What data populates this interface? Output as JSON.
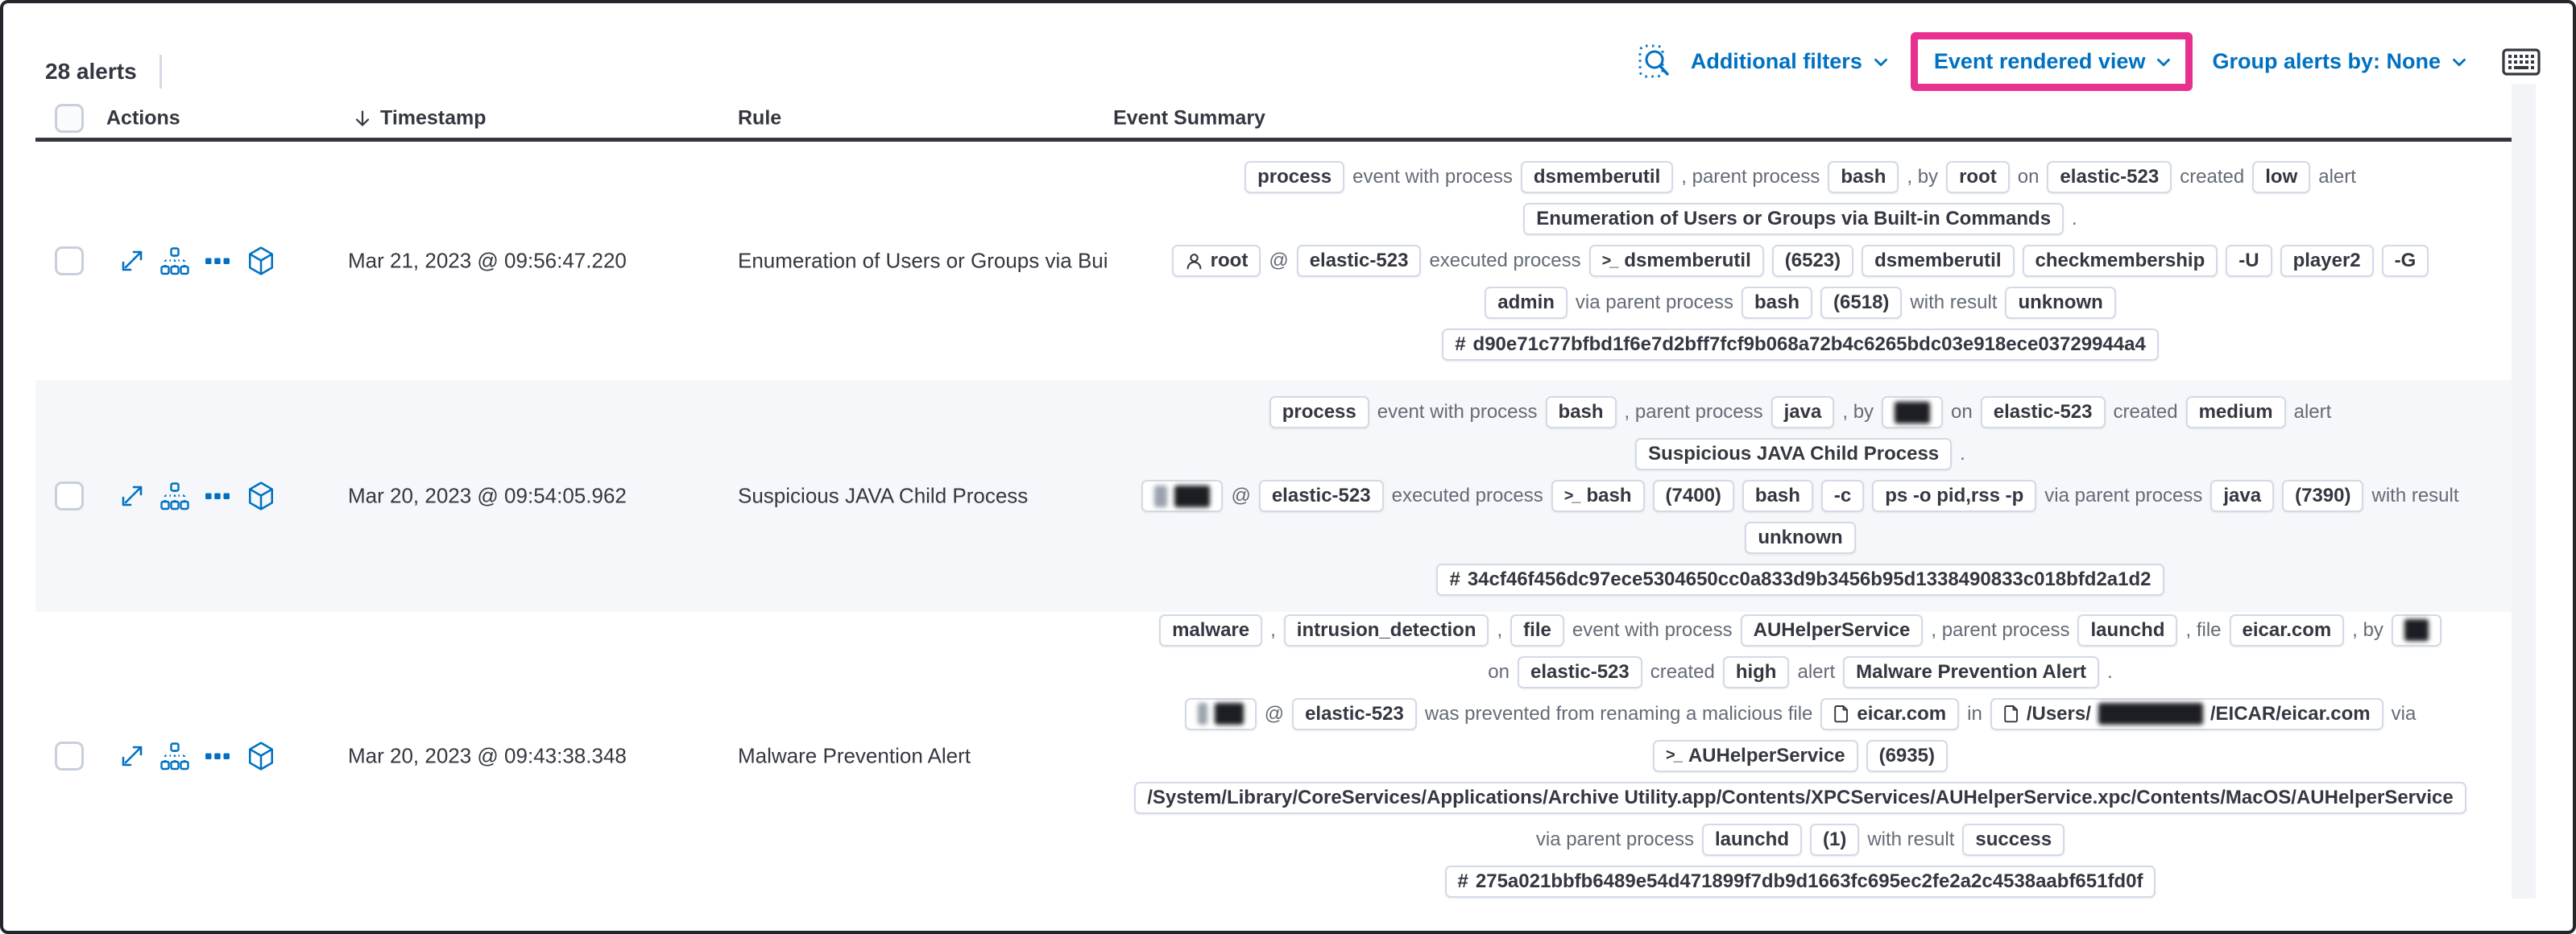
{
  "toolbar": {
    "additional_filters": "Additional filters",
    "event_rendered_view": "Event rendered view",
    "group_alerts_by": "Group alerts by: None"
  },
  "colors": {
    "accent_pink": "#e8318f",
    "link_blue": "#0071c2",
    "stripe": "#f5f7fa",
    "header_text": "#343741"
  },
  "alerts_count": "28 alerts",
  "columns": {
    "actions": "Actions",
    "timestamp": "Timestamp",
    "rule": "Rule",
    "event_summary": "Event Summary"
  },
  "rows": [
    {
      "timestamp": "Mar 21, 2023 @ 09:56:47.220",
      "rule": "Enumeration of Users or Groups via Bui",
      "lines": [
        [
          {
            "type": "badge",
            "text": "process"
          },
          {
            "type": "text",
            "text": "event with process"
          },
          {
            "type": "badge",
            "text": "dsmemberutil"
          },
          {
            "type": "text",
            "text": ", parent process"
          },
          {
            "type": "badge",
            "text": "bash"
          },
          {
            "type": "text",
            "text": ", by"
          },
          {
            "type": "badge",
            "text": "root"
          },
          {
            "type": "text",
            "text": "on"
          },
          {
            "type": "badge",
            "text": "elastic-523"
          },
          {
            "type": "text",
            "text": "created"
          },
          {
            "type": "badge",
            "text": "low"
          },
          {
            "type": "text",
            "text": "alert"
          }
        ],
        [
          {
            "type": "badge",
            "text": "Enumeration of Users or Groups via Built-in Commands"
          },
          {
            "type": "text",
            "text": "."
          }
        ],
        [
          {
            "type": "badge",
            "icon": "user",
            "text": "root"
          },
          {
            "type": "text",
            "text": "@"
          },
          {
            "type": "badge",
            "text": "elastic-523"
          },
          {
            "type": "text",
            "text": "executed process"
          },
          {
            "type": "badge",
            "icon": "terminal",
            "text": "dsmemberutil"
          },
          {
            "type": "badge",
            "text": "(6523)"
          },
          {
            "type": "badge",
            "text": "dsmemberutil"
          },
          {
            "type": "badge",
            "text": "checkmembership"
          },
          {
            "type": "badge",
            "text": "-U"
          },
          {
            "type": "badge",
            "text": "player2"
          },
          {
            "type": "badge",
            "text": "-G"
          }
        ],
        [
          {
            "type": "badge",
            "text": "admin"
          },
          {
            "type": "text",
            "text": "via parent process"
          },
          {
            "type": "badge",
            "text": "bash"
          },
          {
            "type": "badge",
            "text": "(6518)"
          },
          {
            "type": "text",
            "text": "with result"
          },
          {
            "type": "badge",
            "text": "unknown"
          }
        ],
        [
          {
            "type": "badge",
            "icon": "hash",
            "text": "d90e71c77bfbd1f6e7d2bff7fcf9b068a72b4c6265bdc03e918ece03729944a4"
          }
        ]
      ]
    },
    {
      "timestamp": "Mar 20, 2023 @ 09:54:05.962",
      "rule": "Suspicious JAVA Child Process",
      "lines": [
        [
          {
            "type": "badge",
            "text": "process"
          },
          {
            "type": "text",
            "text": "event with process"
          },
          {
            "type": "badge",
            "text": "bash"
          },
          {
            "type": "text",
            "text": ", parent process"
          },
          {
            "type": "badge",
            "text": "java"
          },
          {
            "type": "text",
            "text": ", by"
          },
          {
            "type": "badge",
            "redacted": [
              {
                "kind": "block-dark",
                "w": 44
              }
            ]
          },
          {
            "type": "text",
            "text": "on"
          },
          {
            "type": "badge",
            "text": "elastic-523"
          },
          {
            "type": "text",
            "text": "created"
          },
          {
            "type": "badge",
            "text": "medium"
          },
          {
            "type": "text",
            "text": "alert"
          }
        ],
        [
          {
            "type": "badge",
            "text": "Suspicious JAVA Child Process"
          },
          {
            "type": "text",
            "text": "."
          }
        ],
        [
          {
            "type": "badge",
            "redacted": [
              {
                "kind": "block-gray",
                "w": 16
              },
              {
                "kind": "block-dark",
                "w": 44
              }
            ]
          },
          {
            "type": "text",
            "text": "@"
          },
          {
            "type": "badge",
            "text": "elastic-523"
          },
          {
            "type": "text",
            "text": "executed process"
          },
          {
            "type": "badge",
            "icon": "terminal",
            "text": "bash"
          },
          {
            "type": "badge",
            "text": "(7400)"
          },
          {
            "type": "badge",
            "text": "bash"
          },
          {
            "type": "badge",
            "text": "-c"
          },
          {
            "type": "badge",
            "text": "ps -o pid,rss -p"
          },
          {
            "type": "text",
            "text": "via parent process"
          },
          {
            "type": "badge",
            "text": "java"
          },
          {
            "type": "badge",
            "text": "(7390)"
          },
          {
            "type": "text",
            "text": "with result"
          }
        ],
        [
          {
            "type": "badge",
            "text": "unknown"
          }
        ],
        [
          {
            "type": "badge",
            "icon": "hash",
            "text": "34cf46f456dc97ece5304650cc0a833d9b3456b95d1338490833c018bfd2a1d2"
          }
        ]
      ]
    },
    {
      "timestamp": "Mar 20, 2023 @ 09:43:38.348",
      "rule": "Malware Prevention Alert",
      "lines": [
        [
          {
            "type": "badge",
            "text": "malware"
          },
          {
            "type": "text",
            "text": ","
          },
          {
            "type": "badge",
            "text": "intrusion_detection"
          },
          {
            "type": "text",
            "text": ","
          },
          {
            "type": "badge",
            "text": "file"
          },
          {
            "type": "text",
            "text": "event with process"
          },
          {
            "type": "badge",
            "text": "AUHelperService"
          },
          {
            "type": "text",
            "text": ", parent process"
          },
          {
            "type": "badge",
            "text": "launchd"
          },
          {
            "type": "text",
            "text": ", file"
          },
          {
            "type": "badge",
            "text": "eicar.com"
          },
          {
            "type": "text",
            "text": ", by"
          },
          {
            "type": "badge",
            "redacted": [
              {
                "kind": "block-dark",
                "w": 30
              }
            ]
          }
        ],
        [
          {
            "type": "text",
            "text": "on"
          },
          {
            "type": "badge",
            "text": "elastic-523"
          },
          {
            "type": "text",
            "text": "created"
          },
          {
            "type": "badge",
            "text": "high"
          },
          {
            "type": "text",
            "text": "alert"
          },
          {
            "type": "badge",
            "text": "Malware Prevention Alert"
          },
          {
            "type": "text",
            "text": "."
          }
        ],
        [
          {
            "type": "badge",
            "redacted": [
              {
                "kind": "block-gray",
                "w": 12
              },
              {
                "kind": "block-dark",
                "w": 36
              }
            ]
          },
          {
            "type": "text",
            "text": "@"
          },
          {
            "type": "badge",
            "text": "elastic-523"
          },
          {
            "type": "text",
            "text": "was prevented from renaming a malicious file"
          },
          {
            "type": "badge",
            "icon": "file",
            "text": "eicar.com"
          },
          {
            "type": "text",
            "text": "in"
          },
          {
            "type": "badge",
            "icon": "file",
            "redacted": [
              {
                "kind": "text",
                "text": "/Users/"
              },
              {
                "kind": "block-dark",
                "w": 130
              },
              {
                "kind": "text",
                "text": "/EICAR/eicar.com"
              }
            ]
          },
          {
            "type": "text",
            "text": "via"
          }
        ],
        [
          {
            "type": "badge",
            "icon": "terminal",
            "text": "AUHelperService"
          },
          {
            "type": "badge",
            "text": "(6935)"
          }
        ],
        [
          {
            "type": "badge",
            "text": "/System/Library/CoreServices/Applications/Archive Utility.app/Contents/XPCServices/AUHelperService.xpc/Contents/MacOS/AUHelperService"
          }
        ],
        [
          {
            "type": "text",
            "text": "via parent process"
          },
          {
            "type": "badge",
            "text": "launchd"
          },
          {
            "type": "badge",
            "text": "(1)"
          },
          {
            "type": "text",
            "text": "with result"
          },
          {
            "type": "badge",
            "text": "success"
          }
        ],
        [
          {
            "type": "badge",
            "icon": "hash",
            "text": "275a021bbfb6489e54d471899f7db9d1663fc695ec2fe2a2c4538aabf651fd0f"
          }
        ]
      ]
    }
  ]
}
